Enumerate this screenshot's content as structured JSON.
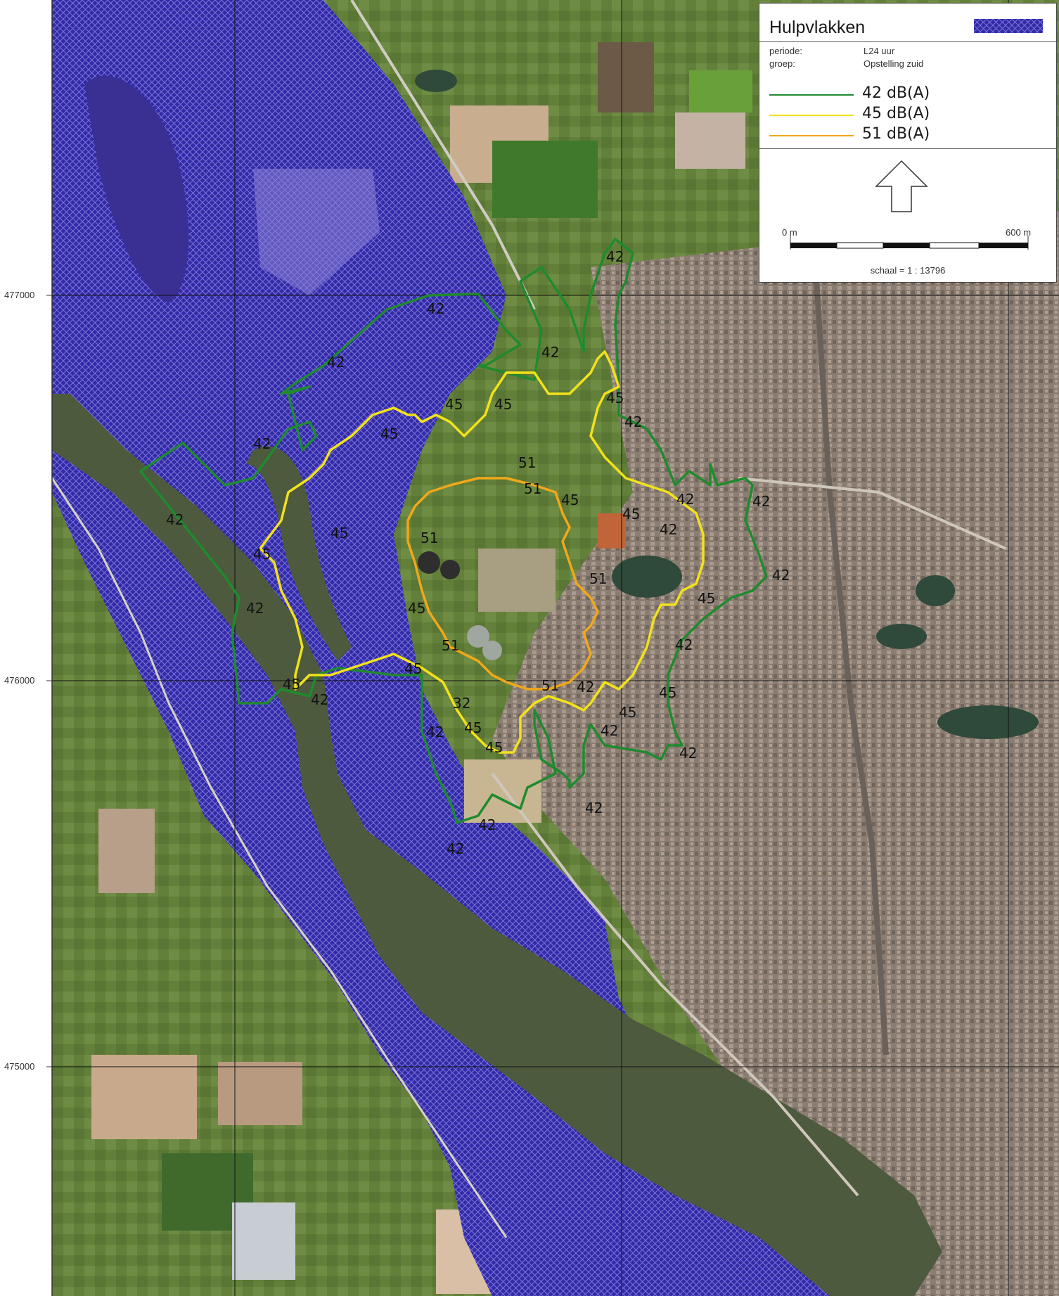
{
  "legend": {
    "title": "Hulpvlakken",
    "period_label": "periode:",
    "period_value": "L24 uur",
    "group_label": "groep:",
    "group_value": "Opstelling zuid",
    "items": [
      {
        "label": "42 dB(A)",
        "color": "#1f8a2e"
      },
      {
        "label": "45 dB(A)",
        "color": "#f2e21a"
      },
      {
        "label": "51 dB(A)",
        "color": "#f0a81a"
      }
    ],
    "hatch_color": "#2a1fa0"
  },
  "scale": {
    "start": "0 m",
    "end": "600 m",
    "text": "schaal = 1 : 13796"
  },
  "grid_labels": [
    "477000",
    "476000",
    "475000"
  ],
  "contour_labels": {
    "c42": "42",
    "c45": "45",
    "c51": "51",
    "c32": "32"
  },
  "colors": {
    "river": "#4a5a3c",
    "floodplain": "#2a22a0",
    "urban": "#8a7a70",
    "field": "#6d8a3e"
  }
}
